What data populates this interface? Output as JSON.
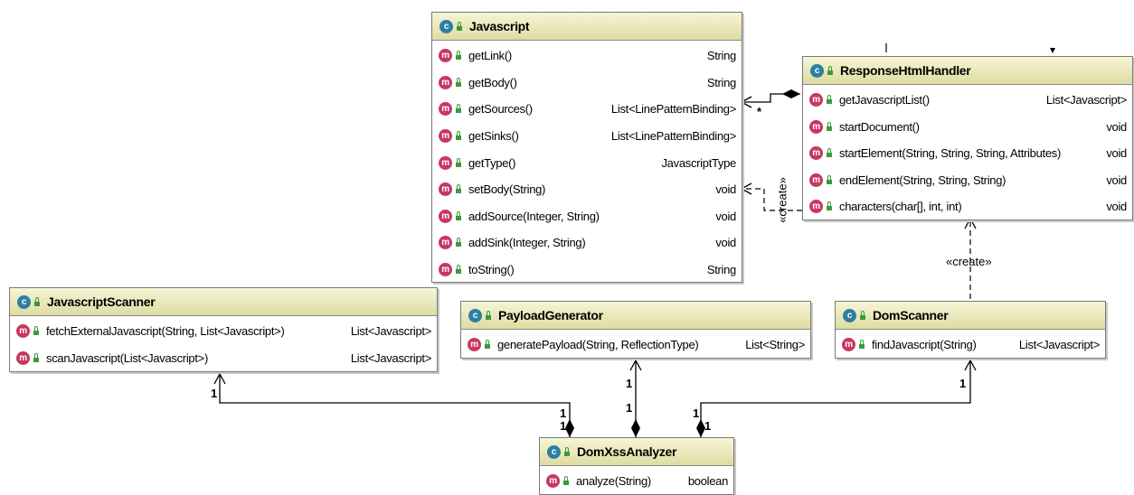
{
  "classes": {
    "javascript": {
      "name": "Javascript",
      "methods": [
        {
          "name": "getLink()",
          "type": "String"
        },
        {
          "name": "getBody()",
          "type": "String"
        },
        {
          "name": "getSources()",
          "type": "List<LinePatternBinding>"
        },
        {
          "name": "getSinks()",
          "type": "List<LinePatternBinding>"
        },
        {
          "name": "getType()",
          "type": "JavascriptType"
        },
        {
          "name": "setBody(String)",
          "type": "void"
        },
        {
          "name": "addSource(Integer, String)",
          "type": "void"
        },
        {
          "name": "addSink(Integer, String)",
          "type": "void"
        },
        {
          "name": "toString()",
          "type": "String"
        }
      ]
    },
    "response_html_handler": {
      "name": "ResponseHtmlHandler",
      "methods": [
        {
          "name": "getJavascriptList()",
          "type": "List<Javascript>"
        },
        {
          "name": "startDocument()",
          "type": "void"
        },
        {
          "name": "startElement(String, String, String, Attributes)",
          "type": "void"
        },
        {
          "name": "endElement(String, String, String)",
          "type": "void"
        },
        {
          "name": "characters(char[], int, int)",
          "type": "void"
        }
      ]
    },
    "javascript_scanner": {
      "name": "JavascriptScanner",
      "methods": [
        {
          "name": "fetchExternalJavascript(String, List<Javascript>)",
          "type": "List<Javascript>"
        },
        {
          "name": "scanJavascript(List<Javascript>)",
          "type": "List<Javascript>"
        }
      ]
    },
    "payload_generator": {
      "name": "PayloadGenerator",
      "methods": [
        {
          "name": "generatePayload(String, ReflectionType)",
          "type": "List<String>"
        }
      ]
    },
    "dom_scanner": {
      "name": "DomScanner",
      "methods": [
        {
          "name": "findJavascript(String)",
          "type": "List<Javascript>"
        }
      ]
    },
    "dom_xss_analyzer": {
      "name": "DomXssAnalyzer",
      "methods": [
        {
          "name": "analyze(String)",
          "type": "boolean"
        }
      ]
    }
  },
  "icons": {
    "class_letter": "c",
    "method_letter": "m"
  },
  "relations": {
    "create_label": "«create»",
    "star": "*",
    "one": "1"
  },
  "colors": {
    "header_top": "#f6f5d6",
    "header_bottom": "#dedca2",
    "class_icon": "#2d7ea3",
    "method_icon": "#c83761",
    "visibility": "#3c9a3c"
  }
}
